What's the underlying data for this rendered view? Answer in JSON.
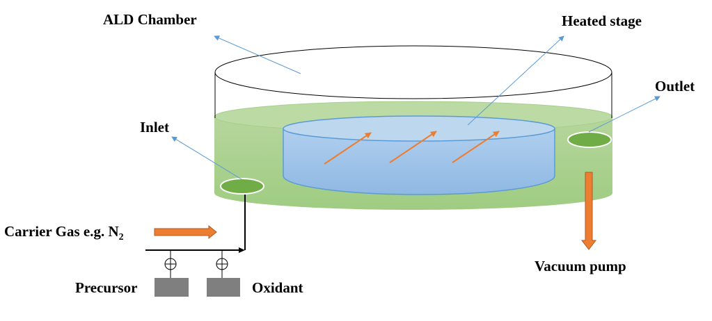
{
  "labels": {
    "chamber": "ALD Chamber",
    "heated_stage": "Heated stage",
    "outlet": "Outlet",
    "inlet": "Inlet",
    "carrier_gas": "Carrier Gas e.g. N",
    "carrier_gas_subscript": "2",
    "vacuum_pump": "Vacuum pump",
    "precursor": "Precursor",
    "oxidant": "Oxidant"
  },
  "colors": {
    "chamber_outline": "#000000",
    "gas_body": "#a9d08e",
    "gas_top": "#b9d99e",
    "port_fill": "#70ad47",
    "stage_fill": "#9dc3e6",
    "stage_top": "#bdd7ee",
    "stage_outline": "#5b9bd5",
    "pointer_line": "#5b9bd5",
    "flow_arrow": "#ed7d31",
    "flow_arrow_outline": "#ae5a21",
    "source_block": "#7f7f7f"
  },
  "icons": {
    "valve": "circle-plus-valve-icon",
    "flow": "orange-arrow-icon"
  }
}
